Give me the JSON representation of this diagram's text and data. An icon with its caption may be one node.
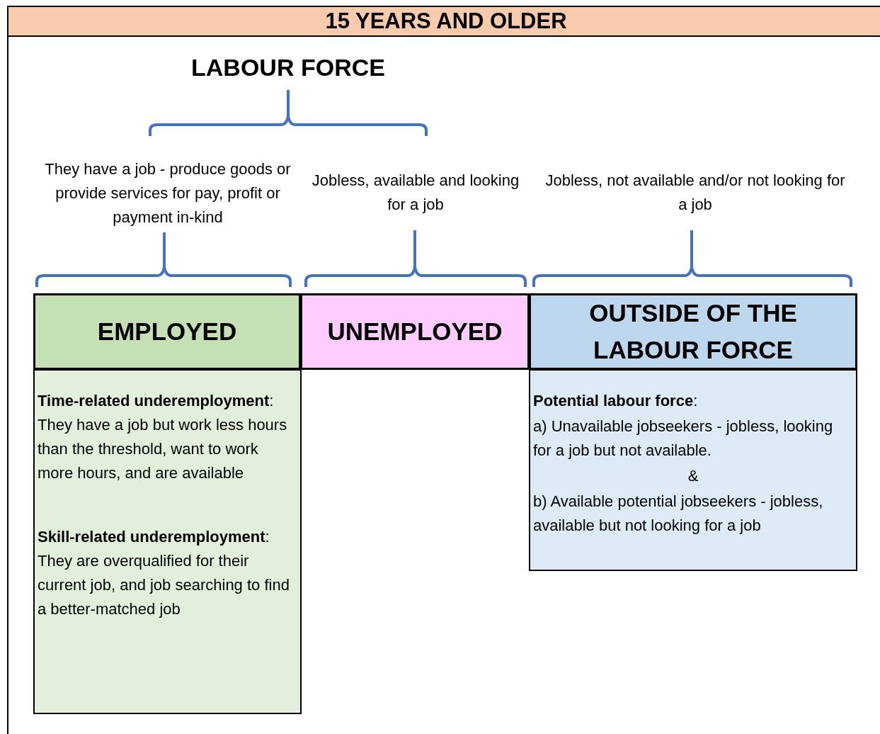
{
  "diagram": {
    "nodes": [
      {
        "text": [
          "15 YEARS AND OLDER"
        ]
      },
      {
        "text": [
          "EMPLOYED"
        ],
        "in": 0
      },
      {
        "text": [
          "UNEMPLOYED"
        ],
        "in": 0
      },
      {
        "text": [
          "OUTSIDE OF THE LABOUR FORCE"
        ],
        "in": 0
      },
      {
        "text": [
          "**Time-related underemployment**: They have a job but work less hours than the threshold, want to work more hours, and are available",
          "**Skill-related underemployment**: They are overqualified for their current job, and job searching to find a better-matched job"
        ],
        "in": 0
      },
      {
        "text": [
          "**Potential labour force**:",
          "a) Unavailable jobseekers - jobless, looking for a job but not available.",
          "&",
          "b) Available potential jobseekers - jobless, available but not looking for a job"
        ],
        "in": 0
      }
    ],
    "labels": [
      "LABOUR FORCE",
      "They have a job - produce goods or provide services for pay, profit or payment in-kind",
      "Jobless, available and looking for a job",
      "Jobless, not available and/or not looking for a job"
    ]
  }
}
